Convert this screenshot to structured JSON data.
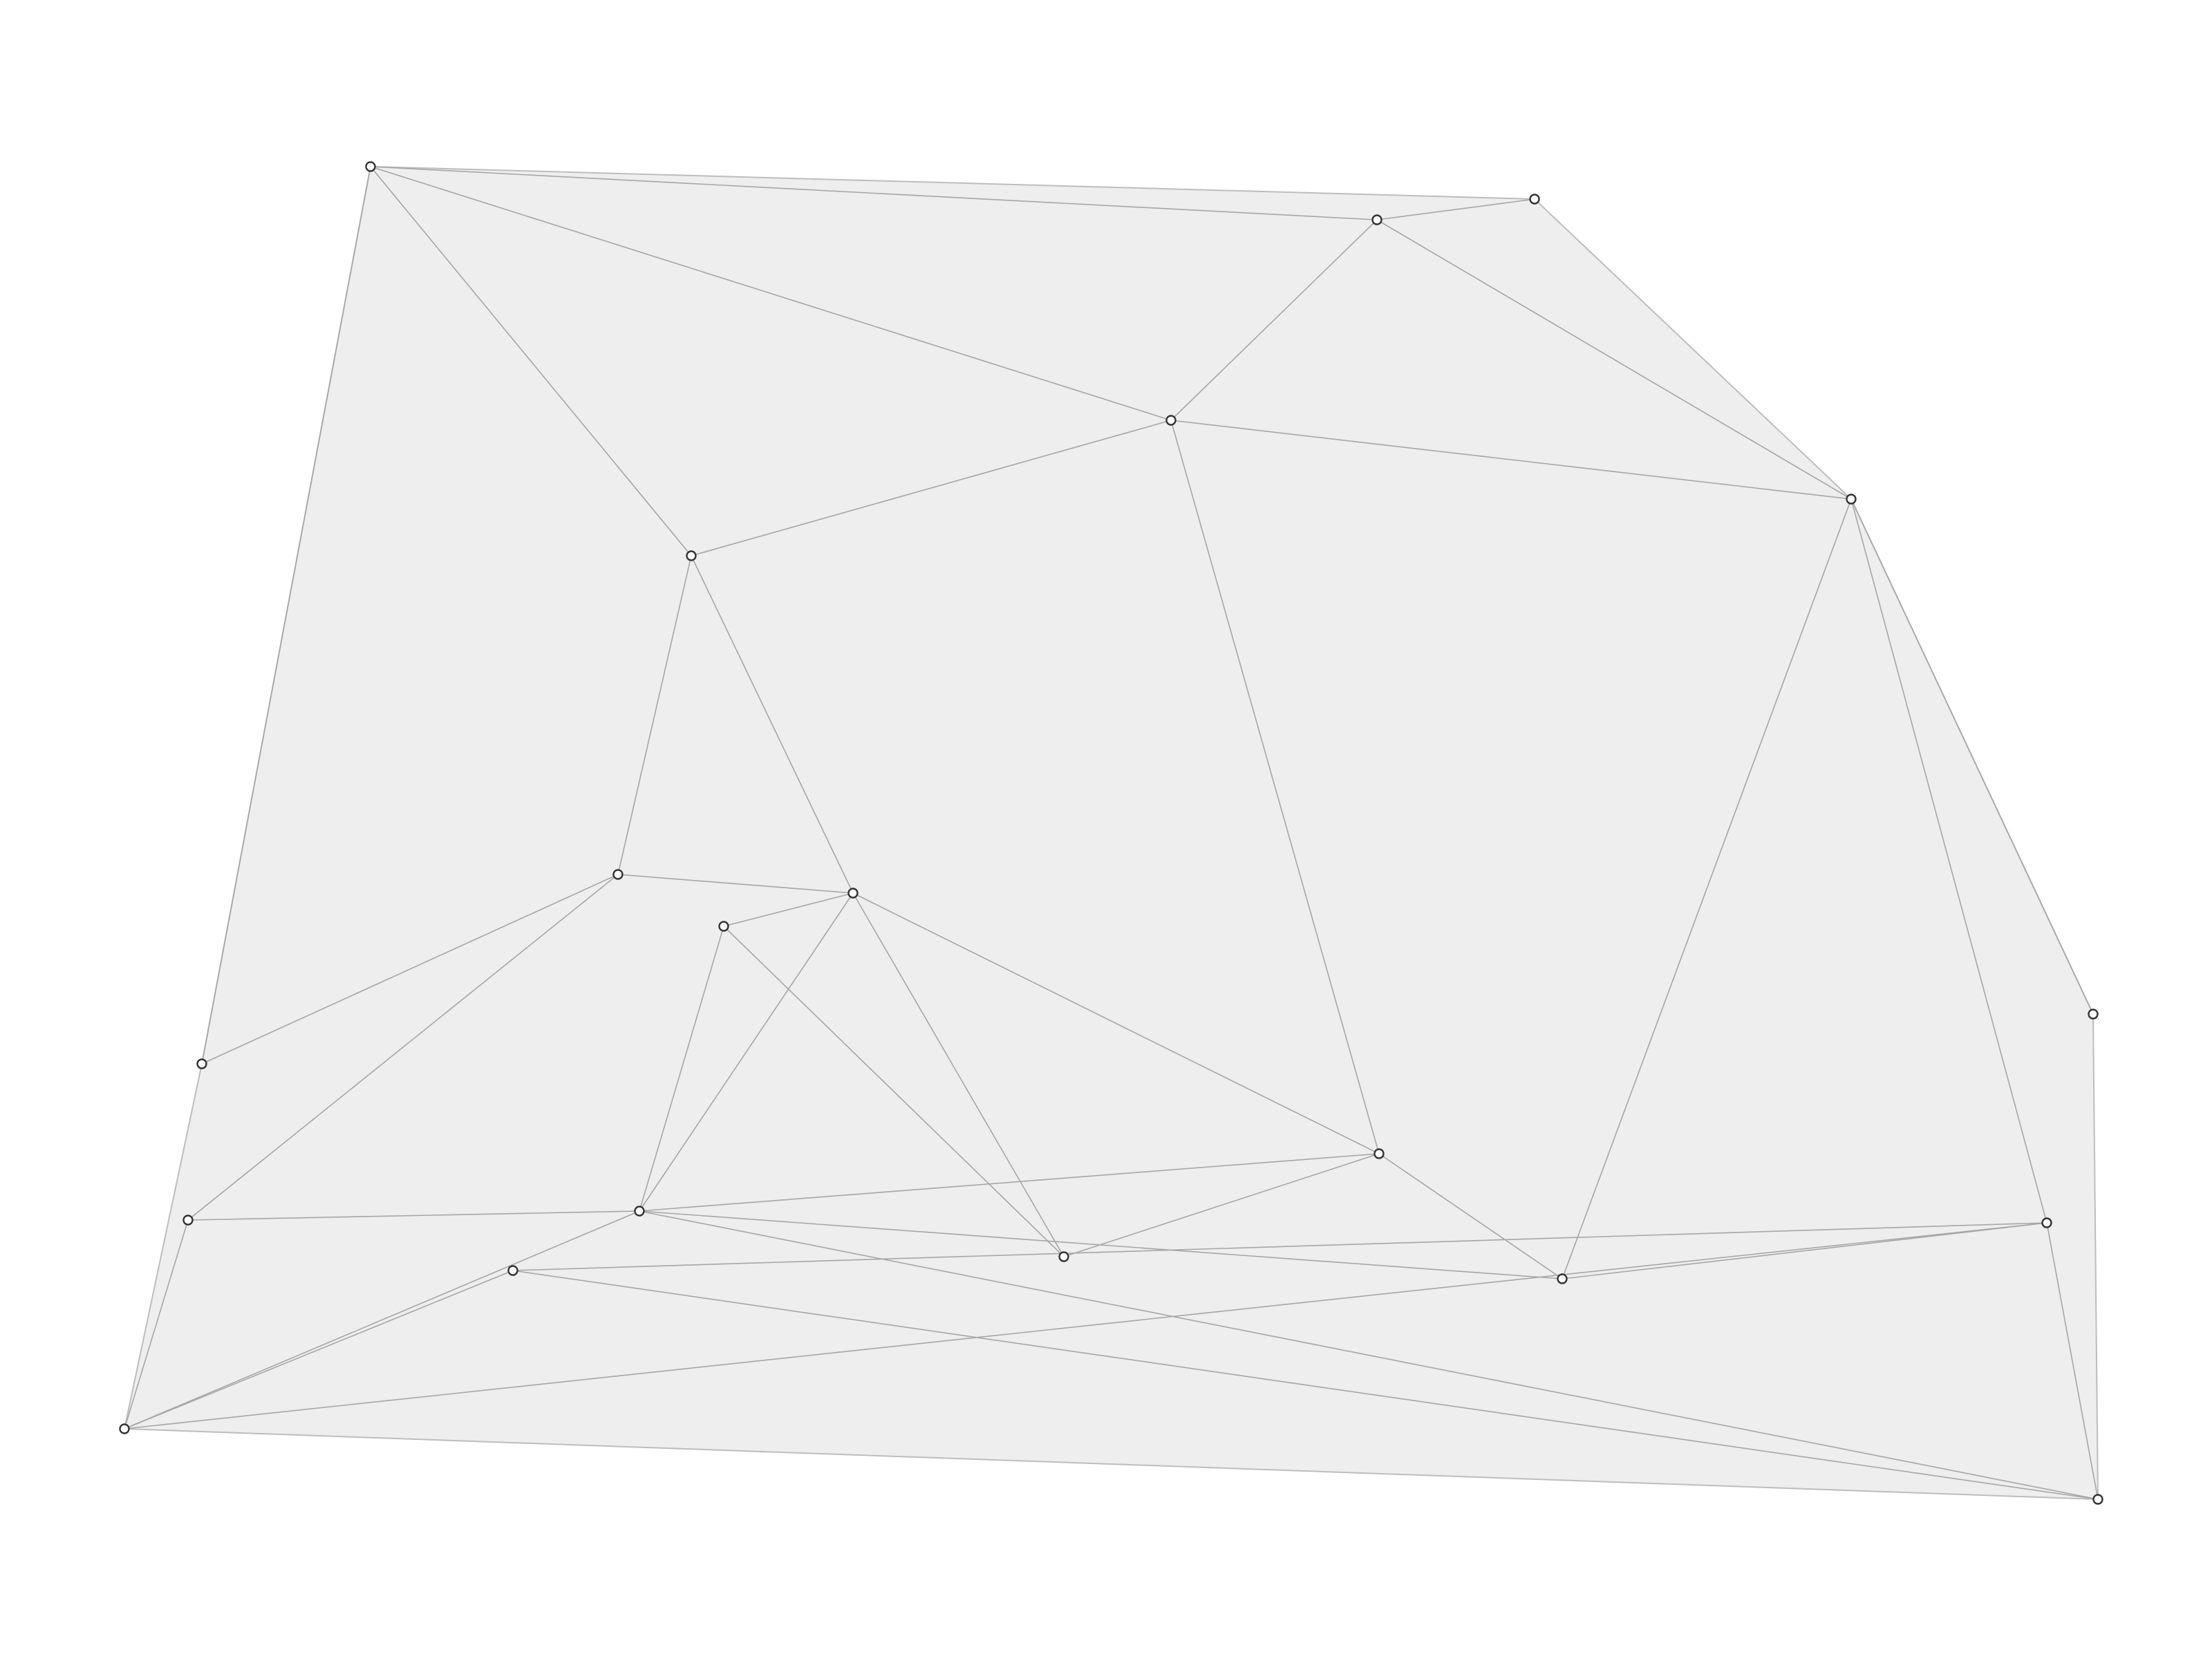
{
  "colors": {
    "background": "#ffffff",
    "hull_fill": "#eeeeee",
    "hull_stroke": "#bdbdbd",
    "edge": "#a6a6a6",
    "vertex_fill": "#ffffff",
    "vertex_stroke": "#333333"
  },
  "icons": {
    "vertex": "vertex-circle-icon"
  },
  "graph": {
    "hull": [
      0,
      2,
      4,
      7,
      19,
      17,
      8
    ],
    "edges": [
      [
        0,
        1
      ],
      [
        0,
        3
      ],
      [
        0,
        5
      ],
      [
        0,
        8
      ],
      [
        1,
        2
      ],
      [
        1,
        3
      ],
      [
        1,
        4
      ],
      [
        3,
        4
      ],
      [
        3,
        5
      ],
      [
        3,
        10
      ],
      [
        4,
        7
      ],
      [
        4,
        14
      ],
      [
        4,
        15
      ],
      [
        5,
        6
      ],
      [
        5,
        9
      ],
      [
        6,
        8
      ],
      [
        6,
        9
      ],
      [
        6,
        12
      ],
      [
        9,
        10
      ],
      [
        9,
        11
      ],
      [
        9,
        13
      ],
      [
        9,
        16
      ],
      [
        10,
        11
      ],
      [
        10,
        14
      ],
      [
        10,
        16
      ],
      [
        11,
        13
      ],
      [
        12,
        16
      ],
      [
        12,
        17
      ],
      [
        13,
        16
      ],
      [
        14,
        15
      ],
      [
        14,
        16
      ],
      [
        15,
        17
      ],
      [
        15,
        18
      ],
      [
        15,
        19
      ],
      [
        16,
        17
      ],
      [
        16,
        19
      ],
      [
        17,
        18
      ],
      [
        18,
        19
      ]
    ]
  }
}
